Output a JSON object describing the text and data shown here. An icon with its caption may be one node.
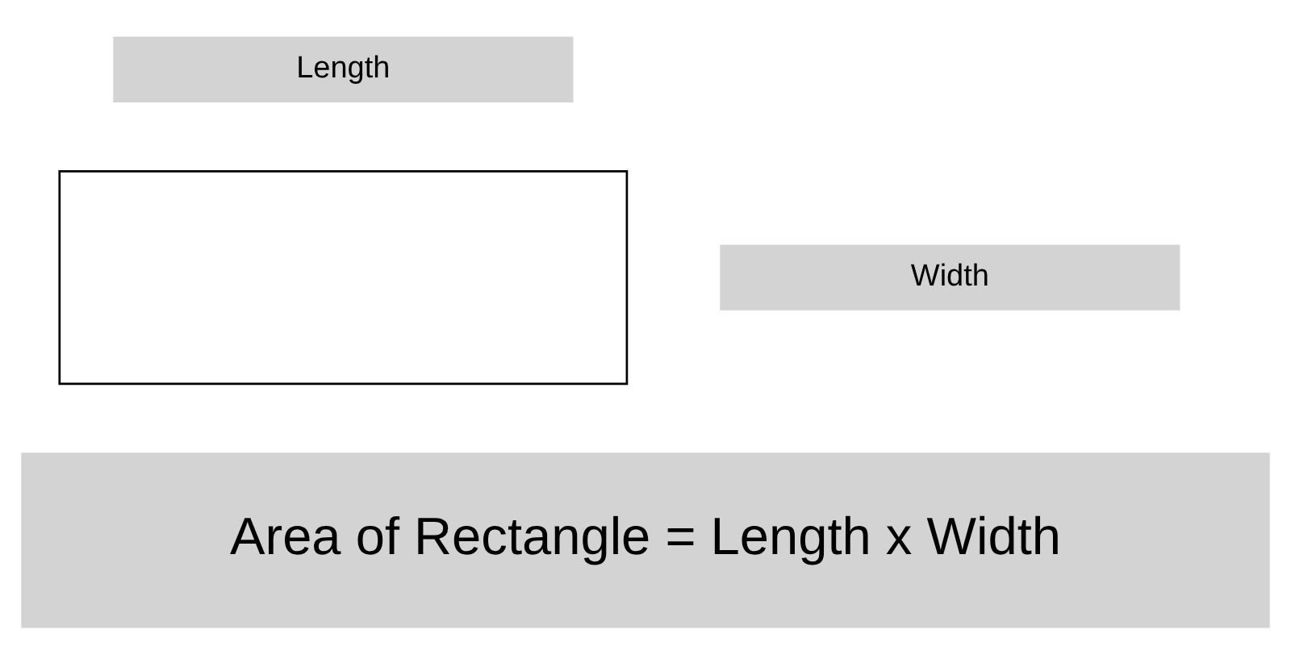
{
  "diagram": {
    "nodes": [
      {
        "text": [
          "Length"
        ]
      },
      {
        "text": [],
        "shape": "box"
      },
      {
        "text": [
          "Width"
        ]
      },
      {
        "text": [
          "Area of Rectangle = Length x Width"
        ]
      }
    ]
  }
}
